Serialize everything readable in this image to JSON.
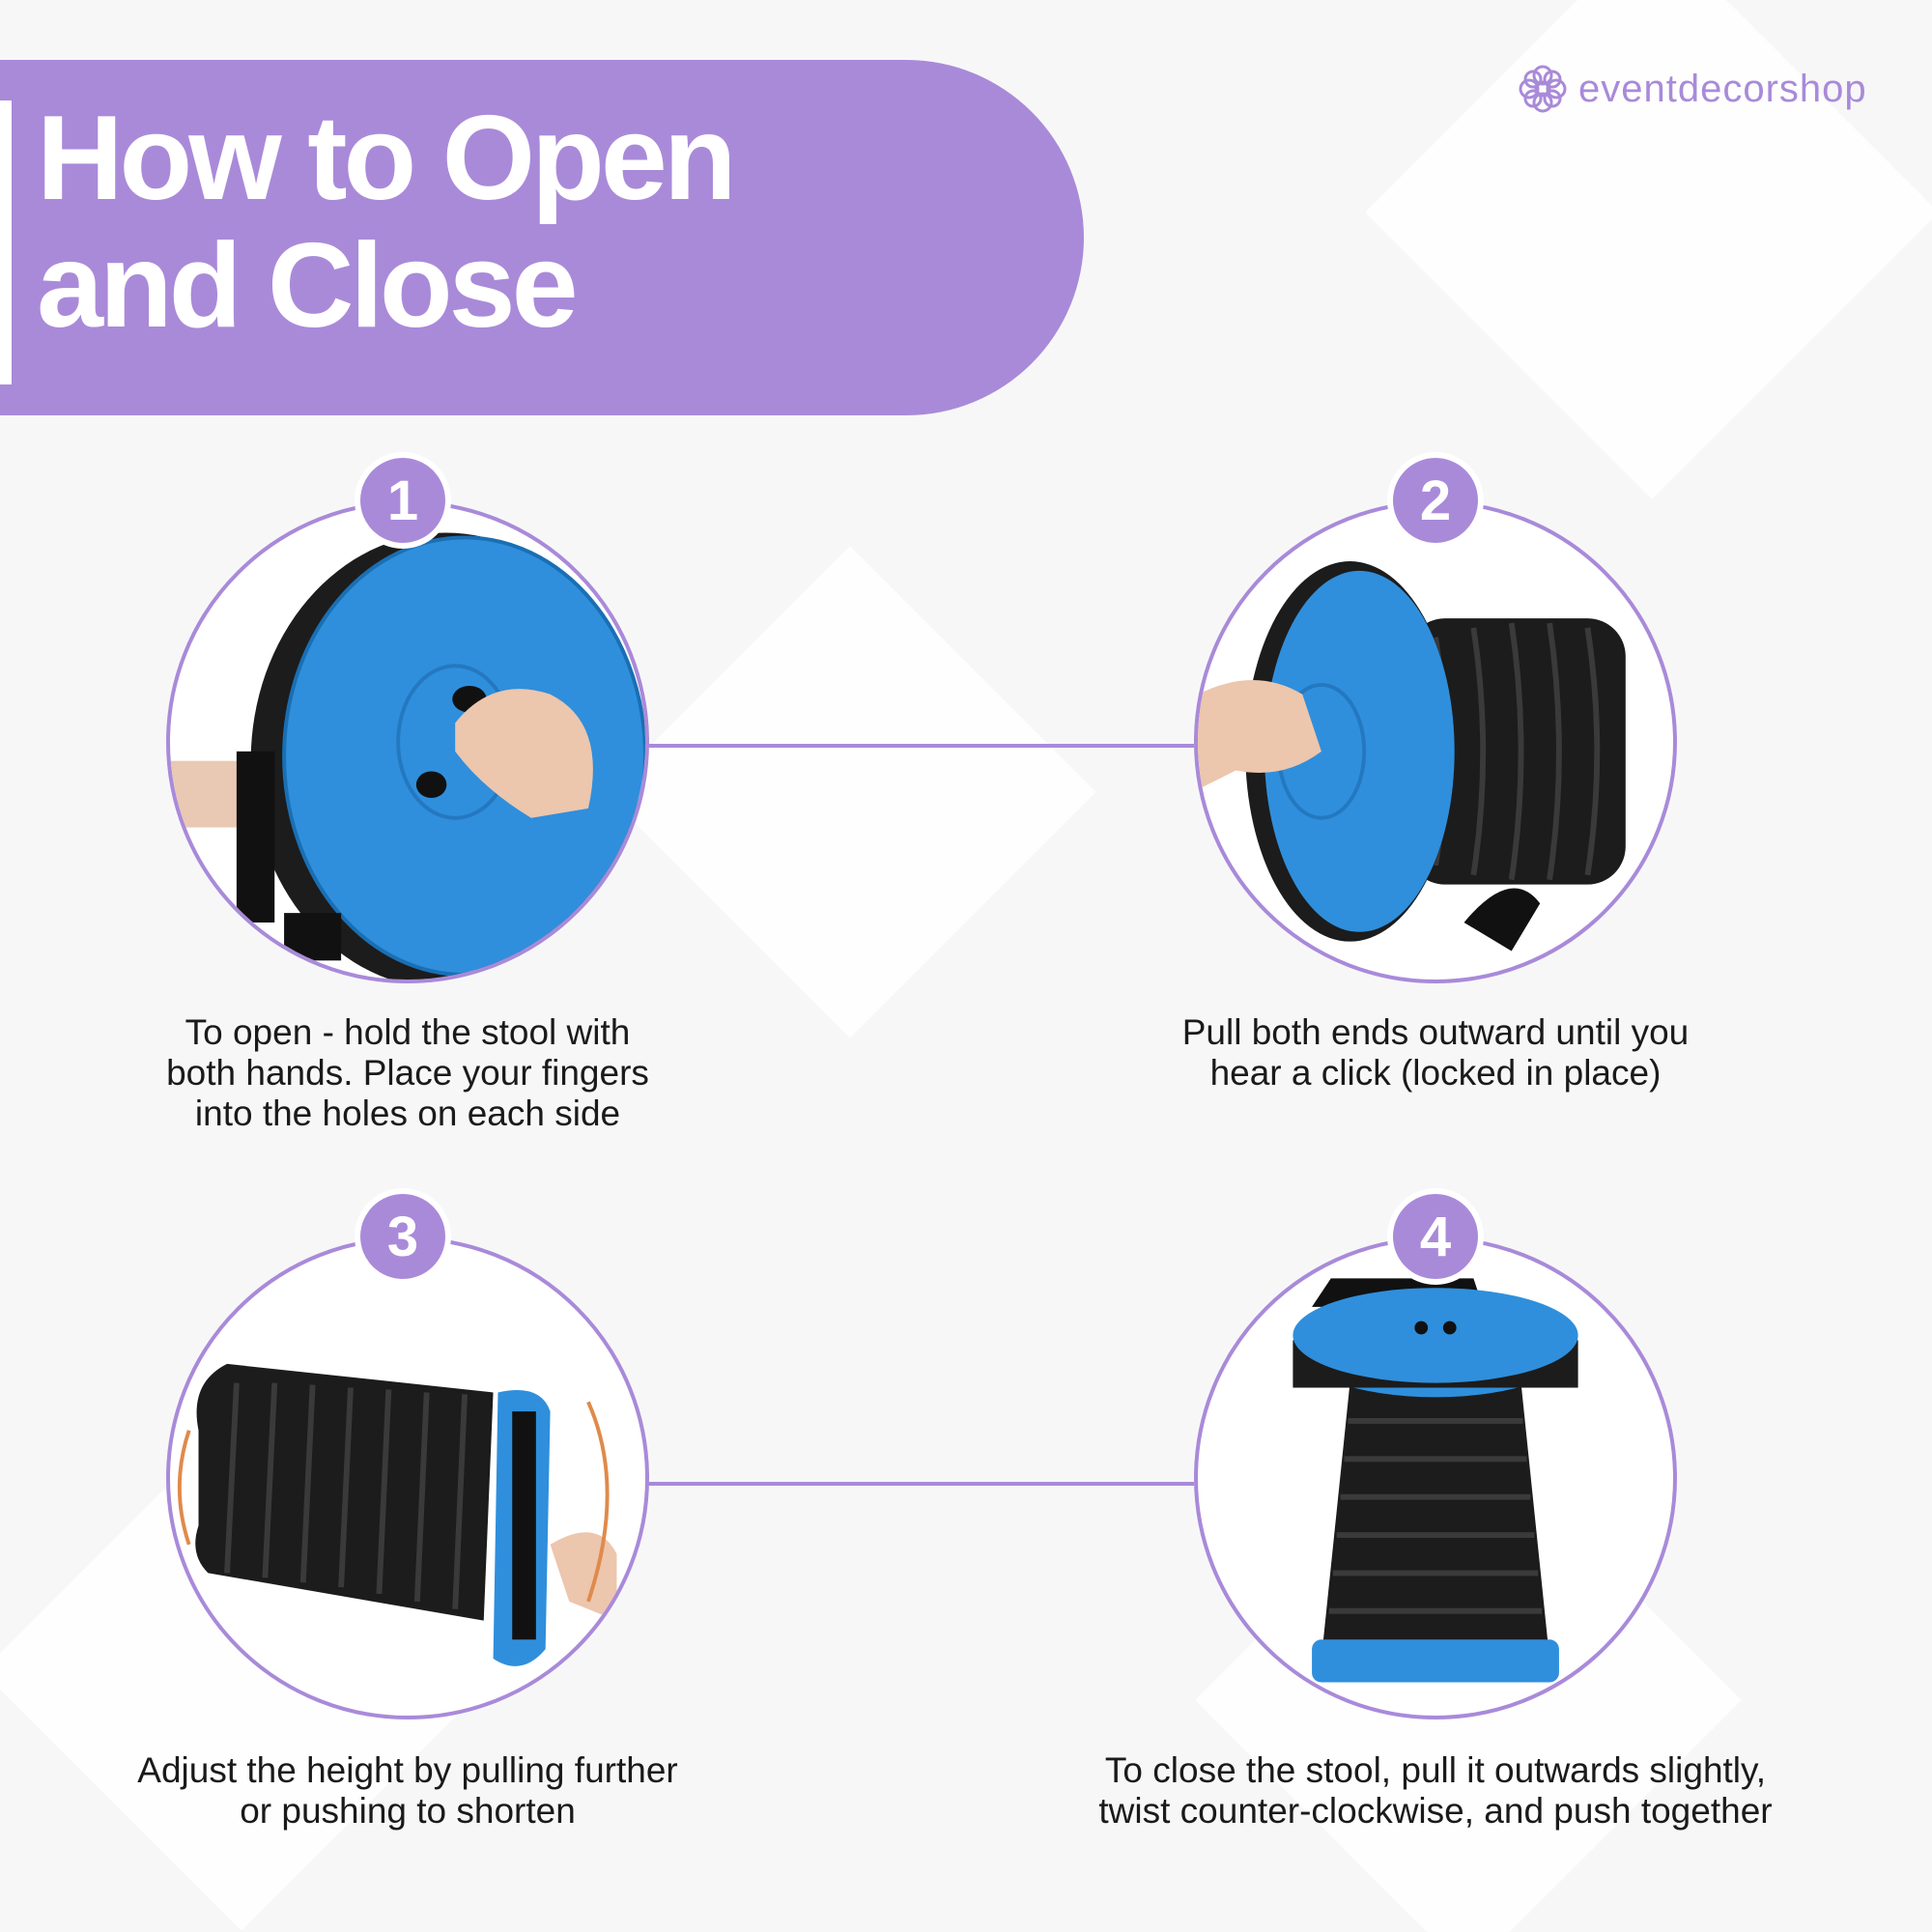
{
  "header": {
    "title_line1": "How to Open",
    "title_line2": "and Close",
    "color": "#a98ad9"
  },
  "logo": {
    "text": "eventdecorshop",
    "icon": "flower-logo-icon"
  },
  "steps": [
    {
      "number": "1",
      "caption_lines": [
        "To open - hold the stool with",
        "both hands. Place your fingers",
        "into the holes on each side"
      ]
    },
    {
      "number": "2",
      "caption_lines": [
        "Pull both ends outward until you",
        "hear a click (locked in place)"
      ]
    },
    {
      "number": "3",
      "caption_lines": [
        "Adjust the height by pulling further",
        "or pushing to shorten"
      ]
    },
    {
      "number": "4",
      "caption_lines": [
        "To close the stool, pull it outwards slightly,",
        "twist counter-clockwise, and push together"
      ]
    }
  ],
  "colors": {
    "accent": "#a98ad9",
    "stool_blue": "#2f8fdc",
    "stool_black": "#1c1c1c"
  }
}
